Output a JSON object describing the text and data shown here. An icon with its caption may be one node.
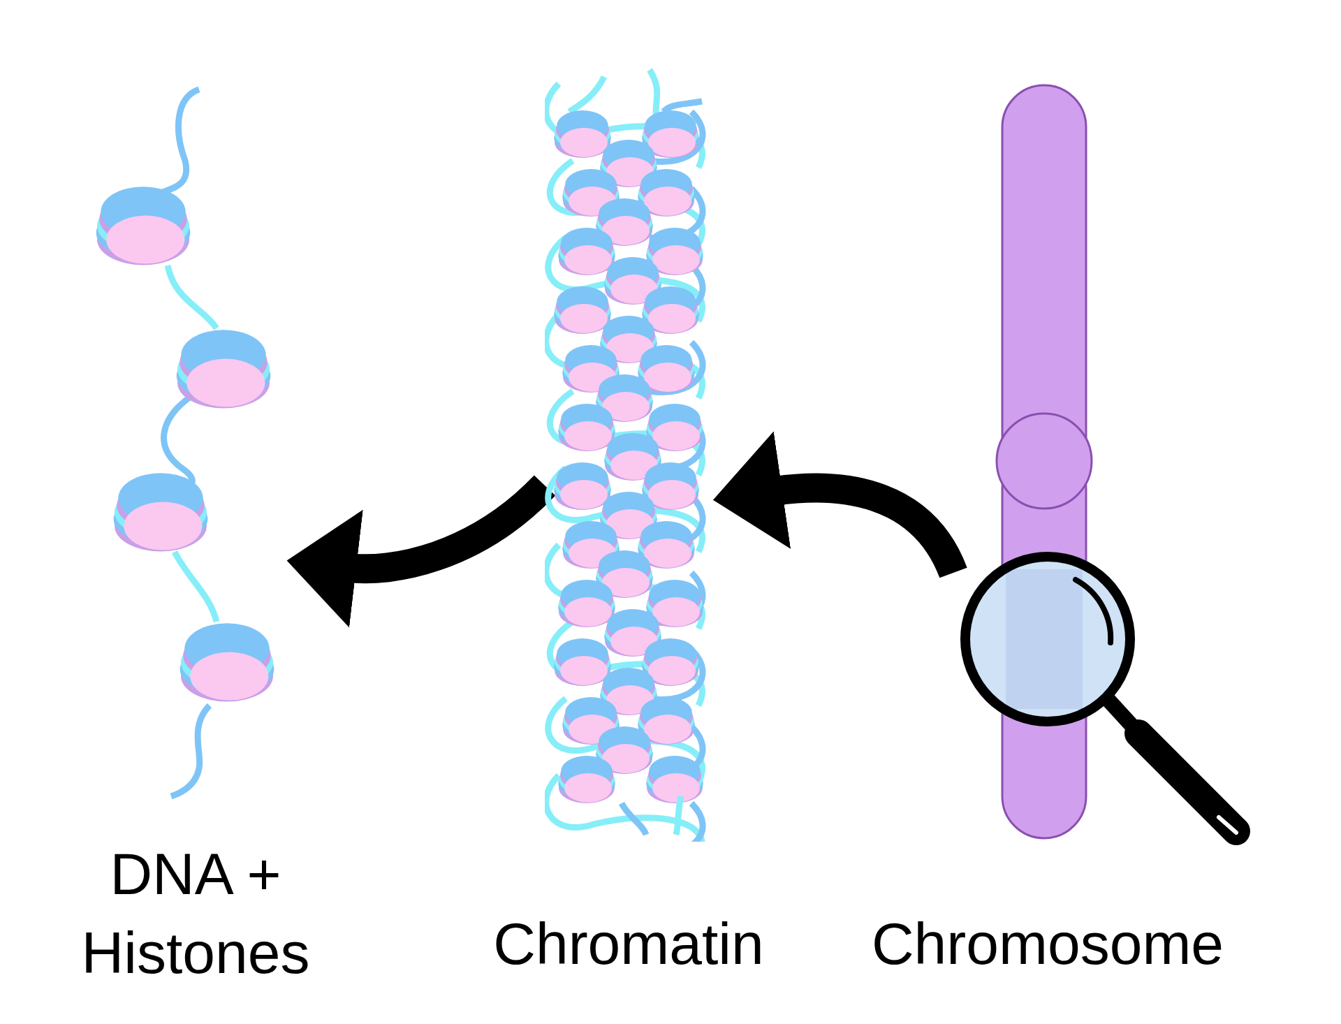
{
  "diagram": {
    "nodes": [
      {
        "text": [],
        "shape": "picture",
        "beside": [
          "DNA + Histones"
        ]
      },
      {
        "text": [],
        "shape": "picture",
        "beside": [
          "Chromatin"
        ]
      },
      {
        "text": [],
        "shape": "picture",
        "beside": [
          "Chromosome"
        ]
      }
    ],
    "edges": [
      {
        "from": 2,
        "to": 1,
        "arrow": "to"
      },
      {
        "from": 1,
        "to": 0,
        "arrow": "to"
      }
    ]
  }
}
